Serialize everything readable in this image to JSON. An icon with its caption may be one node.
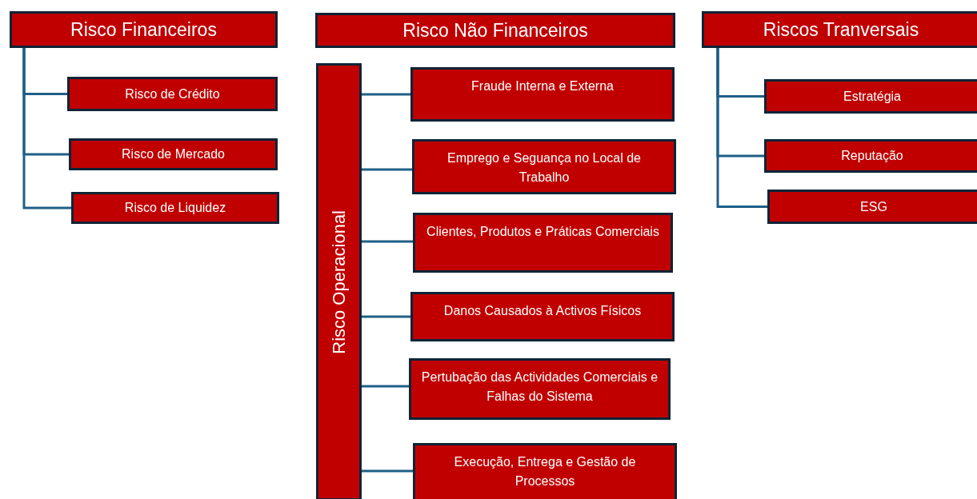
{
  "diagram": {
    "nodes": [
      {
        "text": [
          "Risco Financeiros"
        ]
      },
      {
        "text": [
          "Risco de Crédito"
        ]
      },
      {
        "text": [
          "Risco de Mercado"
        ]
      },
      {
        "text": [
          "Risco de Liquidez"
        ]
      },
      {
        "text": [
          "Risco Não Financeiros"
        ]
      },
      {
        "text": [
          "Risco Operacional"
        ]
      },
      {
        "text": [
          "Fraude Interna e Externa"
        ]
      },
      {
        "text": [
          "Emprego e Seguança no Local de Trabalho"
        ]
      },
      {
        "text": [
          "Clientes, Produtos e Práticas Comerciais"
        ]
      },
      {
        "text": [
          "Danos Causados à Activos Físicos"
        ]
      },
      {
        "text": [
          "Pertubação das Actividades Comerciais e Falhas do Sistema"
        ]
      },
      {
        "text": [
          "Execução, Entrega e Gestão de Processos"
        ]
      },
      {
        "text": [
          "Riscos Tranversais"
        ]
      },
      {
        "text": [
          "Estratégia"
        ]
      },
      {
        "text": [
          "Reputação"
        ]
      },
      {
        "text": [
          "ESG"
        ]
      }
    ],
    "edges": [
      {
        "from": 0,
        "to": 1,
        "arrow": "none"
      },
      {
        "from": 0,
        "to": 2,
        "arrow": "none"
      },
      {
        "from": 0,
        "to": 3,
        "arrow": "none"
      },
      {
        "from": 5,
        "to": 6,
        "arrow": "none"
      },
      {
        "from": 5,
        "to": 7,
        "arrow": "none"
      },
      {
        "from": 5,
        "to": 8,
        "arrow": "none"
      },
      {
        "from": 5,
        "to": 9,
        "arrow": "none"
      },
      {
        "from": 5,
        "to": 10,
        "arrow": "none"
      },
      {
        "from": 5,
        "to": 11,
        "arrow": "none"
      },
      {
        "from": 12,
        "to": 13,
        "arrow": "none"
      },
      {
        "from": 12,
        "to": 14,
        "arrow": "none"
      },
      {
        "from": 12,
        "to": 15,
        "arrow": "none"
      }
    ]
  }
}
